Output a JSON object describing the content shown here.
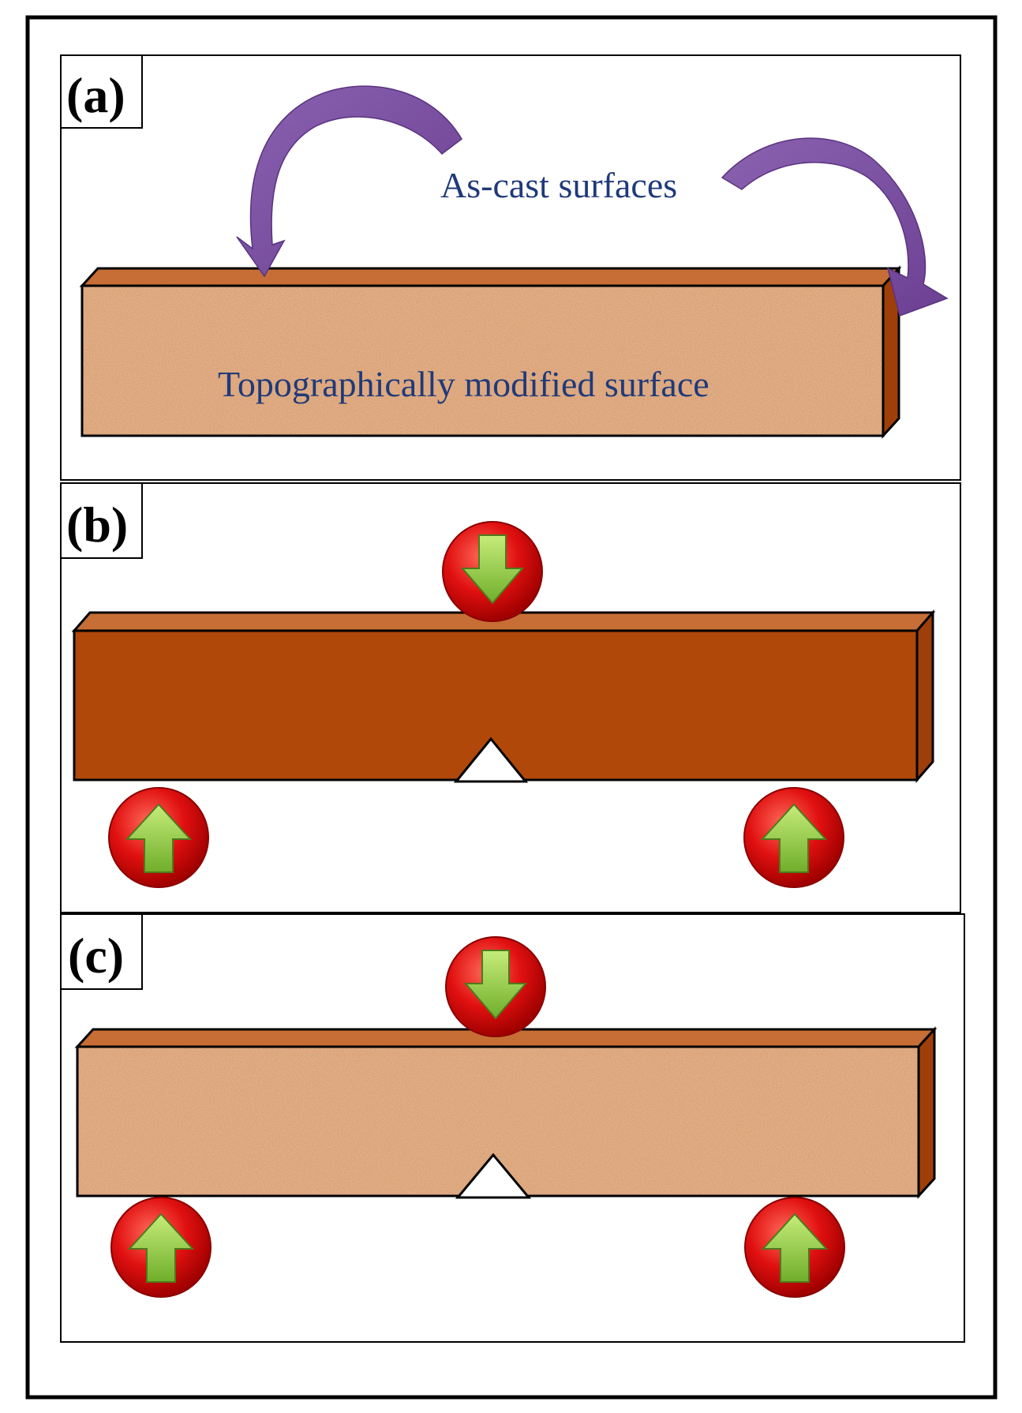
{
  "panels": [
    {
      "label": "(a)",
      "annotation_top": "As-cast surfaces",
      "annotation_beam": "Topographically modified surface",
      "beam_texture": "textured",
      "has_notch": false,
      "has_supports": false
    },
    {
      "label": "(b)",
      "beam_texture": "solid",
      "has_notch": true,
      "has_supports": true
    },
    {
      "label": "(c)",
      "beam_texture": "textured",
      "has_notch": true,
      "has_supports": true
    }
  ],
  "colors": {
    "text_blue": "#1f3a7a",
    "arrow_purple": "#7b4f9e",
    "beam_solid": "#b0480a",
    "beam_top": "#c66e35",
    "beam_side": "#9e3f0a",
    "load_circle": "#e01010",
    "load_arrow": "#8bc93a"
  },
  "icons": {
    "curved_arrow": "curved-arrow-icon",
    "load_down": "down-arrow-load-icon",
    "support_up": "up-arrow-support-icon"
  }
}
